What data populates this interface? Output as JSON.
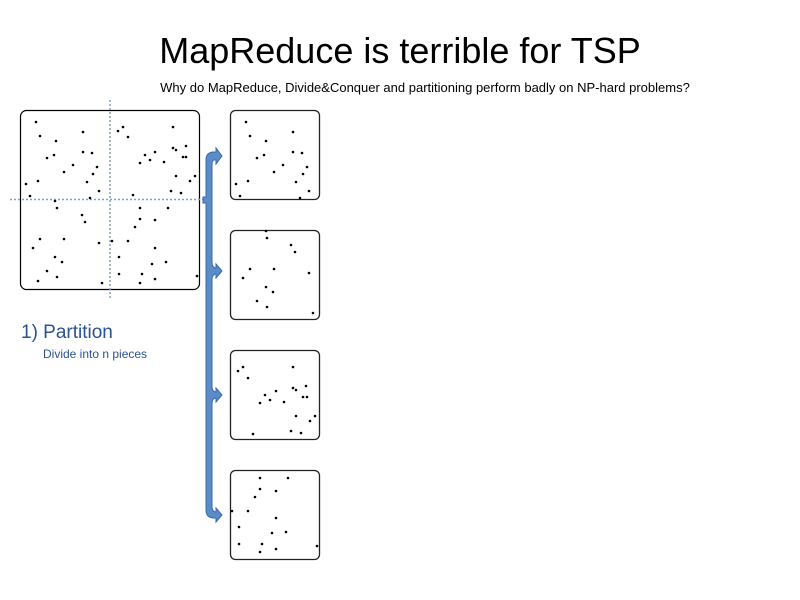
{
  "slide": {
    "title": "MapReduce is terrible for TSP",
    "subtitle": "Why do MapReduce, Divide&Conquer and partitioning perform badly on NP-hard problems?",
    "step_label": "1) Partition",
    "step_description": "Divide into n pieces"
  },
  "colors": {
    "accent": "#2a5291",
    "arrow_fill": "#5b8cc8",
    "divider": "#7f9fcf"
  }
}
